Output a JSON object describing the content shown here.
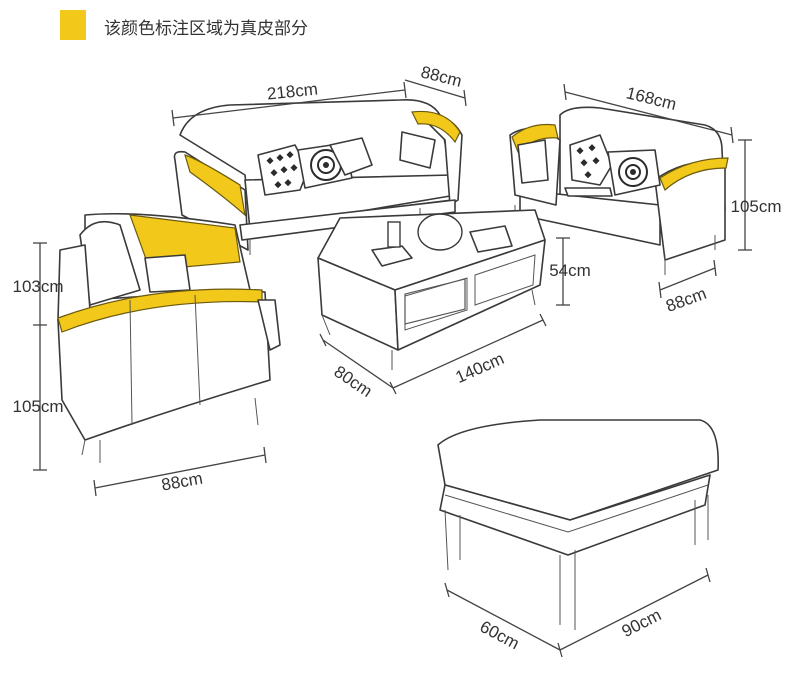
{
  "legend": {
    "text": "该颜色标注区域为真皮部分",
    "color": "#f2c81a"
  },
  "dimensions": {
    "sofa3_width": "218cm",
    "sofa3_depth": "88cm",
    "sofa2_width": "168cm",
    "sofa2_height": "105cm",
    "sofa2_depth": "88cm",
    "chair_height_back": "103cm",
    "chair_height": "105cm",
    "chair_width": "88cm",
    "table_height": "54cm",
    "table_depth": "80cm",
    "table_width": "140cm",
    "ottoman_depth": "60cm",
    "ottoman_width": "90cm"
  }
}
